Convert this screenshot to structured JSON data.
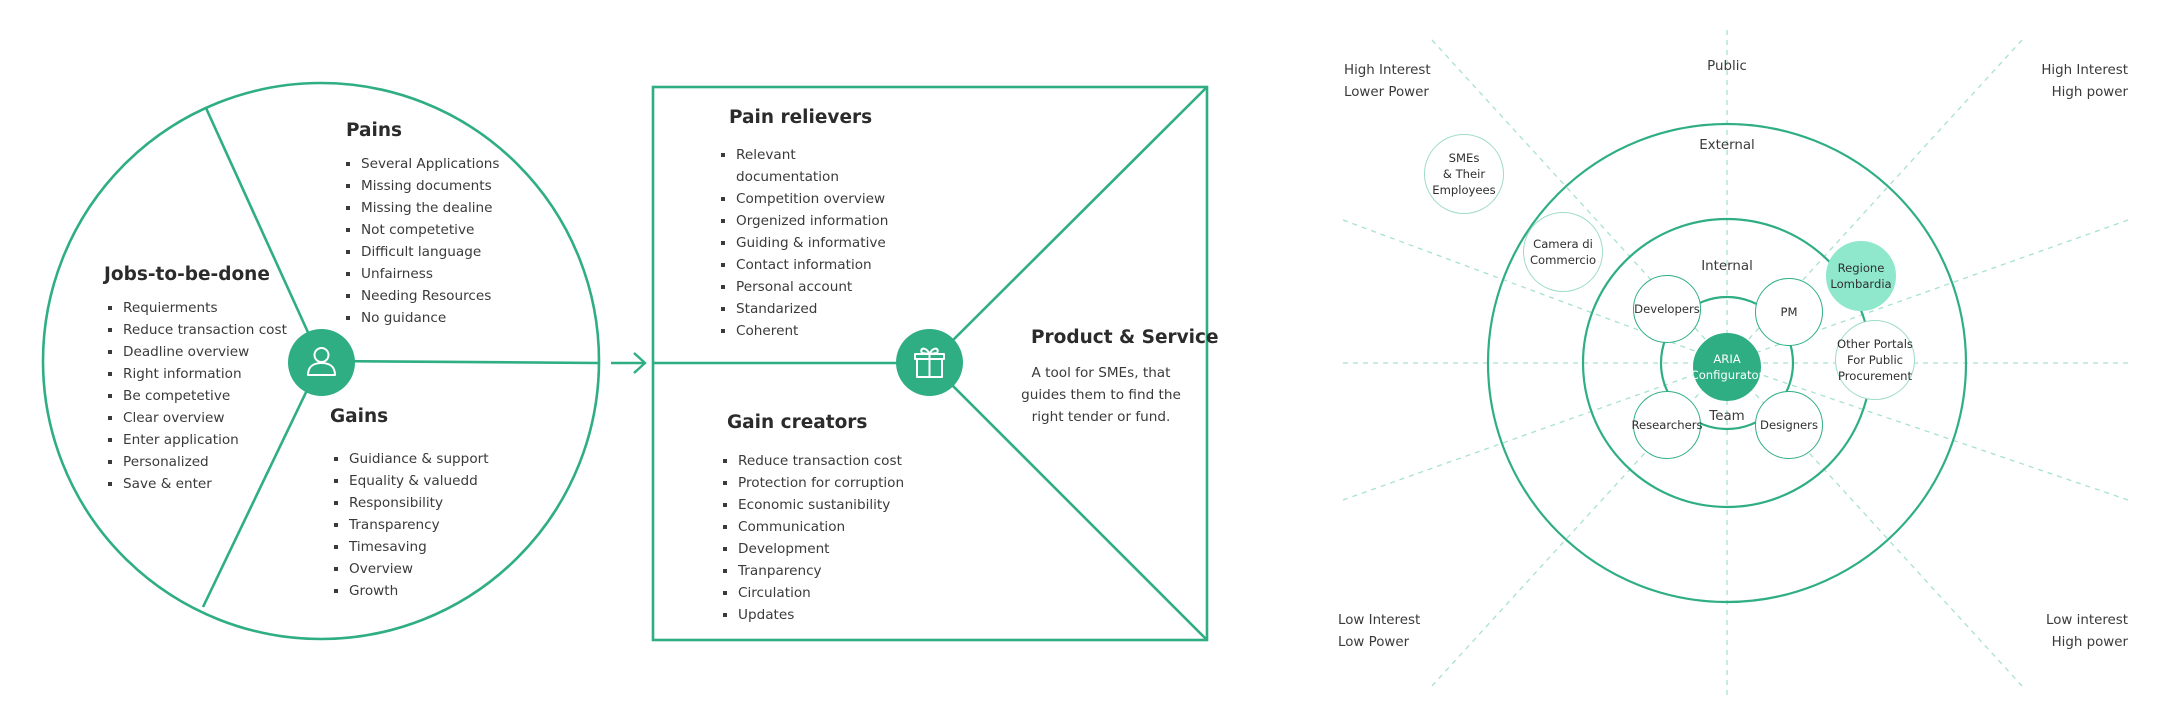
{
  "colors": {
    "accent": "#2fae83",
    "accent_light": "#8fe8cc",
    "guide": "#a7e2cd"
  },
  "customer_profile": {
    "user_icon": "user-icon",
    "jobs": {
      "title": "Jobs-to-be-done",
      "items": [
        "Requierments",
        "Reduce transaction cost",
        "Deadline overview",
        "Right information",
        "Be competetive",
        "Clear overview",
        "Enter application",
        "Personalized",
        "Save & enter"
      ]
    },
    "pains": {
      "title": "Pains",
      "items": [
        "Several Applications",
        "Missing documents",
        "Missing the dealine",
        "Not competetive",
        "Difficult language",
        "Unfairness",
        "Needing Resources",
        "No guidance"
      ]
    },
    "gains": {
      "title": "Gains",
      "items": [
        "Guidiance & support",
        "Equality & valuedd",
        "Responsibility",
        "Transparency",
        "Timesaving",
        "Overview",
        "Growth"
      ]
    }
  },
  "value_map": {
    "gift_icon": "gift-icon",
    "pain_relievers": {
      "title": "Pain relievers",
      "items": [
        "Relevant\ndocumentation",
        "Competition overview",
        "Orgenized information",
        "Guiding & informative",
        "Contact information",
        "Personal account",
        "Standarized",
        "Coherent"
      ]
    },
    "gain_creators": {
      "title": "Gain creators",
      "items": [
        "Reduce transaction cost",
        "Protection for corruption",
        "Economic sustanibility",
        "Communication",
        "Development",
        "Tranparency",
        "Circulation",
        "Updates"
      ]
    },
    "product_service": {
      "title": "Product & Service",
      "description": "A tool for SMEs, that guides them to find the right tender or fund."
    }
  },
  "stakeholder_map": {
    "corners": {
      "top_left": "High Interest\nLower Power",
      "top_right": "High Interest\nHigh power",
      "bottom_left": "Low Interest\nLow Power",
      "bottom_right": "Low interest\nHigh power"
    },
    "rings": {
      "public": "Public",
      "external": "External",
      "internal": "Internal",
      "team": "Team"
    },
    "nodes": {
      "center": "ARIA\nConfigurator",
      "developers": "Developers",
      "pm": "PM",
      "researchers": "Researchers",
      "designers": "Designers",
      "regione": "Regione\nLombardia",
      "other_portals": "Other Portals\nFor Public\nProcurement",
      "camera": "Camera di\nCommercio",
      "smes": "SMEs\n& Their\nEmployees"
    }
  }
}
